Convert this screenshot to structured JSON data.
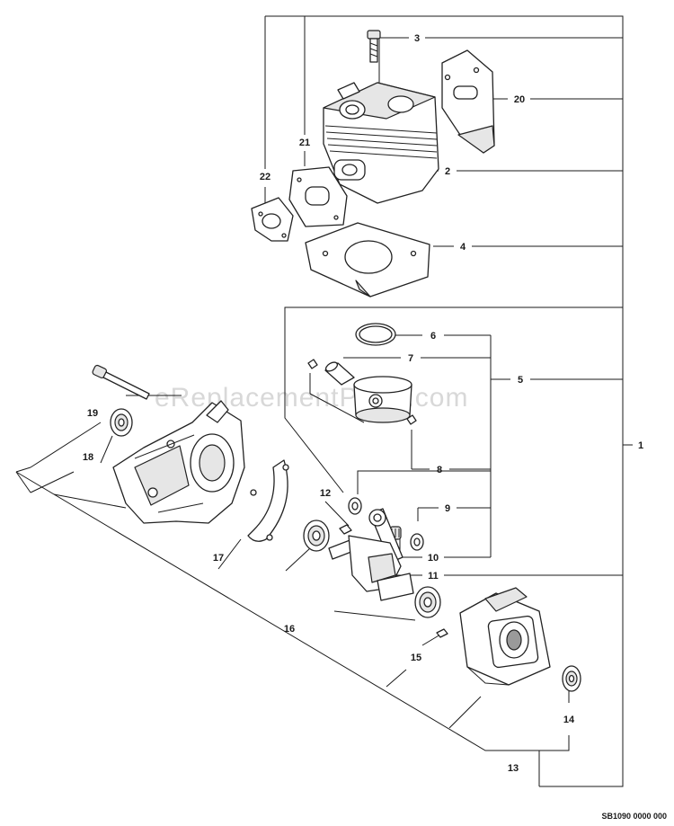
{
  "diagram": {
    "watermark": "eReplacementParts.com",
    "code": "SB1090 0000 000",
    "callouts": {
      "c1": "1",
      "c2": "2",
      "c3": "3",
      "c4": "4",
      "c5": "5",
      "c6": "6",
      "c7": "7",
      "c8": "8",
      "c9": "9",
      "c10": "10",
      "c11": "11",
      "c12": "12",
      "c13": "13",
      "c14": "14",
      "c15": "15",
      "c16": "16",
      "c17": "17",
      "c18": "18",
      "c19": "19",
      "c20": "20",
      "c21": "21",
      "c22": "22"
    }
  }
}
